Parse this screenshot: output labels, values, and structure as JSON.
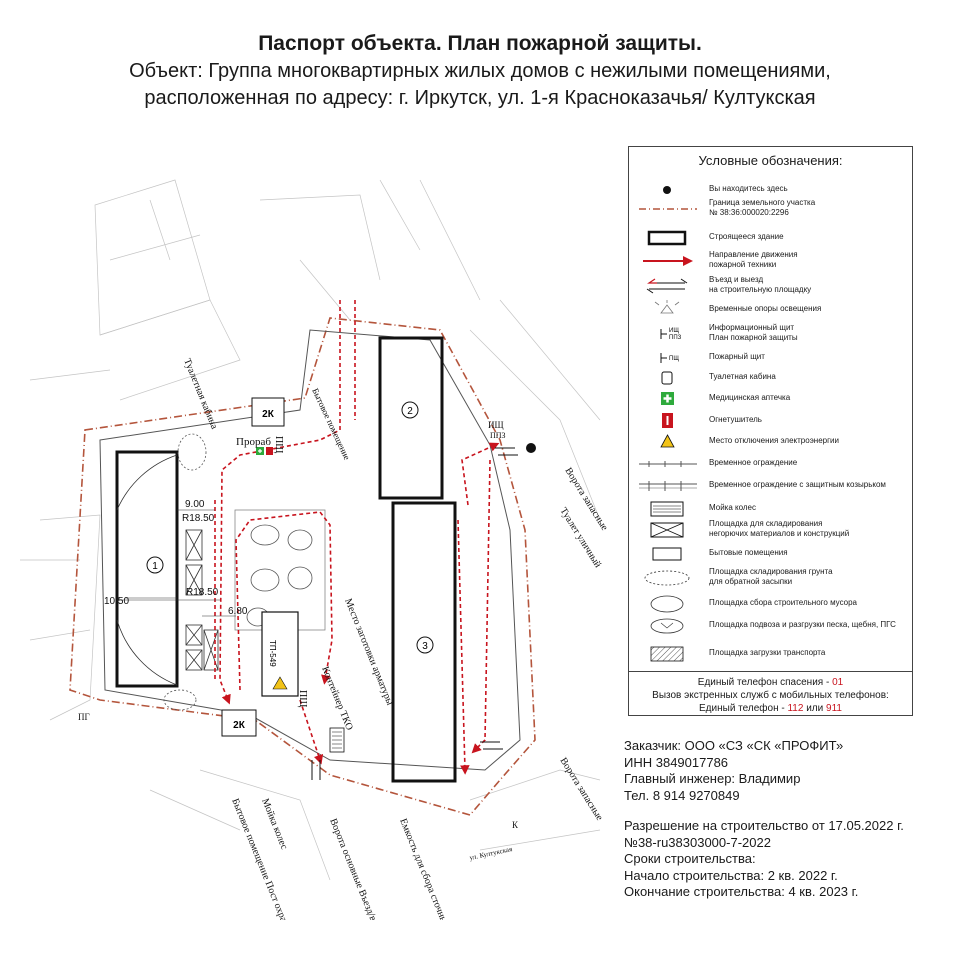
{
  "header": {
    "title": "Паспорт объекта. План пожарной защиты.",
    "subtitle_line1": "Объект: Группа многоквартирных жилых домов с нежилыми помещениями,",
    "subtitle_line2": "расположенная по адресу: г. Иркутск, ул. 1-я Красноказачья/ Култукская"
  },
  "colors": {
    "route_red": "#c8141e",
    "boundary_brown": "#b4553c",
    "line_gray": "#9a9a9a",
    "building_black": "#111111",
    "first_aid_green": "#2eaa3c",
    "warning_yellow": "#f2c318"
  },
  "map": {
    "buildings": [
      {
        "number": "1"
      },
      {
        "number": "2"
      },
      {
        "number": "3"
      }
    ],
    "labels": {
      "toilet_cabin": "Туалетная кабина",
      "change_room": "Бытовое помещение",
      "change_2k_top": "2К",
      "change_2k_bottom": "2К",
      "foreman": "Прораб",
      "pshch": "ПЩ",
      "pshch_bottom": "ПЩ",
      "ishch": "ИЩ",
      "ppz": "ППЗ",
      "gate_reserve_top": "Ворота запасные",
      "toilet_street": "Туалет уличный",
      "gate_reserve_bottom": "Ворота запасные",
      "rebar_place": "Место заготовки арматуры",
      "tko": "Контейнер ТКО",
      "tp": "ТП-549",
      "wheel_wash": "Мойка колес",
      "change_guard": "Бытовое помещение Пост охраны",
      "gate_main": "Ворота основные Въезд/выезд",
      "wastewater": "Емкость для сбора сточных вод",
      "street": "ул. Култукская",
      "pg": "ПГ",
      "k_label": "К"
    },
    "dims": {
      "d1": "9.00",
      "r1": "R18.50",
      "r2": "R18.50",
      "d2": "6.80",
      "d3": "10.50"
    }
  },
  "legend": {
    "title": "Условные обозначения:",
    "items": [
      {
        "icon": "you-are-here-dot-icon",
        "label": "Вы находитесь здесь"
      },
      {
        "icon": "land-boundary-line-icon",
        "label": "Граница земельного участка\n№ 38:36:000020:2296"
      },
      {
        "icon": "building-rect-icon",
        "label": "Строящееся здание"
      },
      {
        "icon": "fire-route-arrow-icon",
        "label": "Направление движения\nпожарной техники"
      },
      {
        "icon": "two-way-arrow-icon",
        "label": "Въезд и выезд\nна строительную площадку"
      },
      {
        "icon": "light-pole-icon",
        "label": "Временные опоры освещения"
      },
      {
        "icon": "info-board-icon",
        "label": "Информационный щит\nПлан пожарной защиты"
      },
      {
        "icon": "fire-board-icon",
        "label": "Пожарный щит"
      },
      {
        "icon": "toilet-cabin-icon",
        "label": "Туалетная кабина"
      },
      {
        "icon": "first-aid-icon",
        "label": "Медицинская аптечка"
      },
      {
        "icon": "fire-extinguisher-icon",
        "label": "Огнетушитель"
      },
      {
        "icon": "power-off-warning-icon",
        "label": "Место отключения электроэнергии"
      },
      {
        "icon": "temp-fence-icon",
        "label": "Временное ограждение"
      },
      {
        "icon": "fence-with-canopy-icon",
        "label": "Временное ограждение с защитным козырьком"
      },
      {
        "icon": "wheel-wash-icon",
        "label": "Мойка колес"
      },
      {
        "icon": "storage-area-icon",
        "label": "Площадка для складирования\nнегорючих материалов и конструкций"
      },
      {
        "icon": "site-cabin-icon",
        "label": "Бытовые помещения"
      },
      {
        "icon": "soil-storage-icon",
        "label": "Площадка складирования грунта\nдля обратной засыпки"
      },
      {
        "icon": "debris-area-icon",
        "label": "Площадка сбора строительного мусора"
      },
      {
        "icon": "sand-unload-icon",
        "label": "Площадка подвоза и разгрузки песка, щебня, ПГС"
      },
      {
        "icon": "truck-loading-icon",
        "label": "Площадка загрузки транспорта"
      }
    ],
    "rescue_phone_text": "Единый телефон спасения - ",
    "rescue_phone": "01",
    "mobile_text": "Вызов экстренных служб с мобильных телефонов:",
    "mobile_prefix": "Единый телефон - ",
    "mobile_112": "112",
    "mobile_or": " или ",
    "mobile_911": "911"
  },
  "info": {
    "customer": "Заказчик: ООО «СЗ «СК «ПРОФИТ»",
    "inn": "ИНН 3849017786",
    "chief_engineer": "Главный инженер: Владимир",
    "phone": "Тел. 8 914 9270849",
    "permit": "Разрешение на строительство от 17.05.2022 г.",
    "permit_no": "№38-ru38303000-7-2022",
    "terms": "Сроки строительства:",
    "start": "Начало строительства: 2 кв. 2022 г.",
    "end": "Окончание строительства: 4 кв. 2023 г."
  }
}
